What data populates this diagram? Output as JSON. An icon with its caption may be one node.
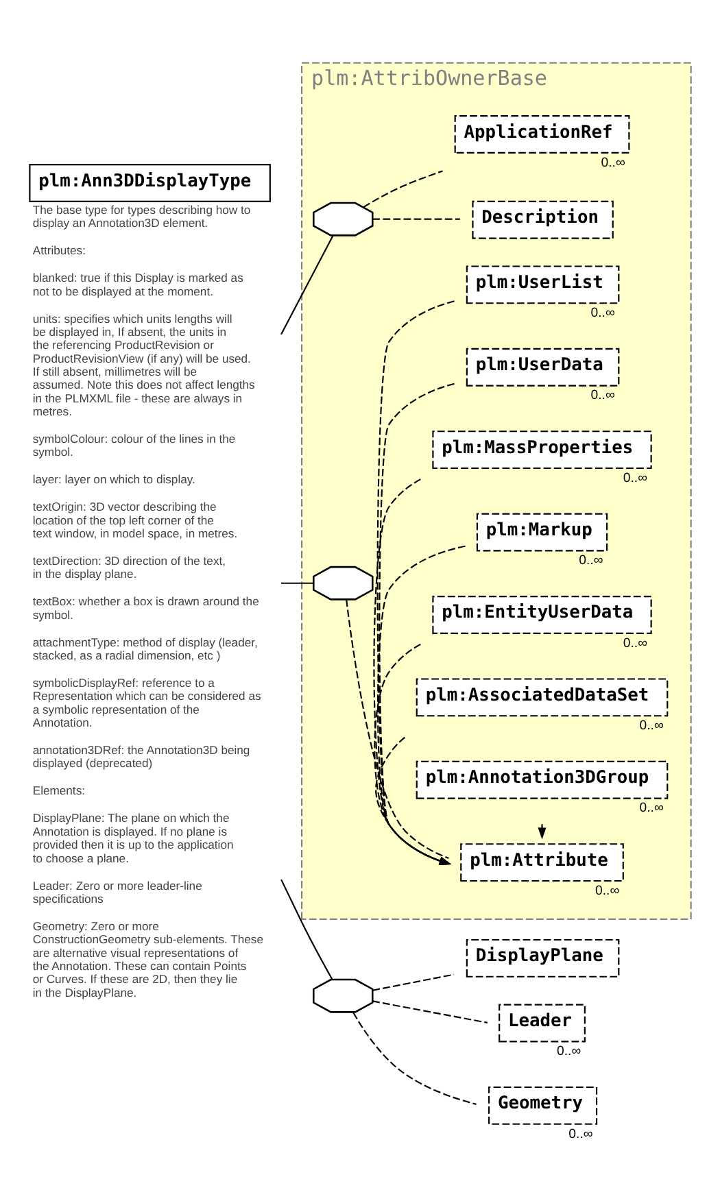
{
  "diagram": {
    "nodes": [
      {
        "text": [
          "plm:Ann3DDisplayType"
        ],
        "beside": [
          "The base type for types describing how to display an Annotation3D element.",
          "Attributes:",
          "blanked: true if this Display is marked as not to be displayed at the moment.",
          "units: specifies which units lengths will be displayed in, If absent, the units in the referencing ProductRevision or ProductRevisionView (if any) will be used. If still absent, millimetres will be assumed. Note this does not affect lengths in the PLMXML file - these are always in metres.",
          "symbolColour: colour of the lines in the symbol.",
          "layer: layer on which to display.",
          "textOrigin: 3D vector describing the location of the top left corner of the text window, in model space, in metres.",
          "textDirection: 3D direction of the text, in the display plane.",
          "textBox: whether a box is drawn around the symbol.",
          "attachmentType: method of display (leader, stacked, as a radial dimension, etc )",
          "symbolicDisplayRef: reference to a Representation which can be considered as a symbolic representation of the Annotation.",
          "annotation3DRef: the Annotation3D being displayed (deprecated)",
          "Elements:",
          "DisplayPlane: The plane on which the Annotation is displayed. If no plane is provided then it is up to the application to choose a plane.",
          "Leader: Zero or more leader-line specifications",
          "Geometry: Zero or more ConstructionGeometry sub-elements. These are alternative visual representations of the Annotation. These can contain Points or Curves. If these are 2D, then they lie in the DisplayPlane."
        ]
      },
      {
        "text": [
          "plm:AttribOwnerBase"
        ]
      },
      {
        "text": [],
        "shape": "octagon",
        "in": 1
      },
      {
        "text": [
          "Description"
        ],
        "in": 1
      },
      {
        "text": [
          "ApplicationRef"
        ],
        "beside": [
          "0..∞"
        ],
        "in": 1
      },
      {
        "text": [],
        "shape": "octagon",
        "in": 1
      },
      {
        "text": [
          "plm:Attribute"
        ],
        "beside": [
          "0..∞"
        ],
        "in": 1
      },
      {
        "text": [
          "plm:Annotation3DGroup"
        ],
        "beside": [
          "0..∞"
        ],
        "in": 1
      },
      {
        "text": [
          "plm:AssociatedDataSet"
        ],
        "beside": [
          "0..∞"
        ],
        "in": 1
      },
      {
        "text": [
          "plm:EntityUserData"
        ],
        "beside": [
          "0..∞"
        ],
        "in": 1
      },
      {
        "text": [
          "plm:Markup"
        ],
        "beside": [
          "0..∞"
        ],
        "in": 1
      },
      {
        "text": [
          "plm:MassProperties"
        ],
        "beside": [
          "0..∞"
        ],
        "in": 1
      },
      {
        "text": [
          "plm:UserData"
        ],
        "beside": [
          "0..∞"
        ],
        "in": 1
      },
      {
        "text": [
          "plm:UserList"
        ],
        "beside": [
          "0..∞"
        ],
        "in": 1
      },
      {
        "text": [],
        "shape": "octagon"
      },
      {
        "text": [
          "DisplayPlane"
        ]
      },
      {
        "text": [
          "Leader"
        ],
        "beside": [
          "0..∞"
        ]
      },
      {
        "text": [
          "Geometry"
        ],
        "beside": [
          "0..∞"
        ]
      }
    ],
    "edges": [
      {
        "from": 0,
        "to": 2,
        "arrow": "none"
      },
      {
        "from": 0,
        "to": 5,
        "arrow": "none"
      },
      {
        "from": 0,
        "to": 14,
        "arrow": "none"
      },
      {
        "from": 2,
        "to": 3,
        "arrow": "none",
        "style": "dashed"
      },
      {
        "from": 2,
        "to": 4,
        "arrow": "none",
        "style": "dashed"
      },
      {
        "from": 5,
        "to": 6,
        "arrow": "none",
        "style": "dashed"
      },
      {
        "from": 7,
        "to": 6,
        "arrow": "to",
        "style": "dashed"
      },
      {
        "from": 8,
        "to": 6,
        "arrow": "to",
        "style": "dashed"
      },
      {
        "from": 9,
        "to": 6,
        "arrow": "to",
        "style": "dashed"
      },
      {
        "from": 10,
        "to": 6,
        "arrow": "to",
        "style": "dashed"
      },
      {
        "from": 11,
        "to": 6,
        "arrow": "to",
        "style": "dashed"
      },
      {
        "from": 12,
        "to": 6,
        "arrow": "to",
        "style": "dashed"
      },
      {
        "from": 13,
        "to": 6,
        "arrow": "to",
        "style": "dashed"
      },
      {
        "from": 14,
        "to": 15,
        "arrow": "none",
        "style": "dashed"
      },
      {
        "from": 14,
        "to": 16,
        "arrow": "none",
        "style": "dashed"
      },
      {
        "from": 14,
        "to": 17,
        "arrow": "none",
        "style": "dashed"
      }
    ]
  }
}
